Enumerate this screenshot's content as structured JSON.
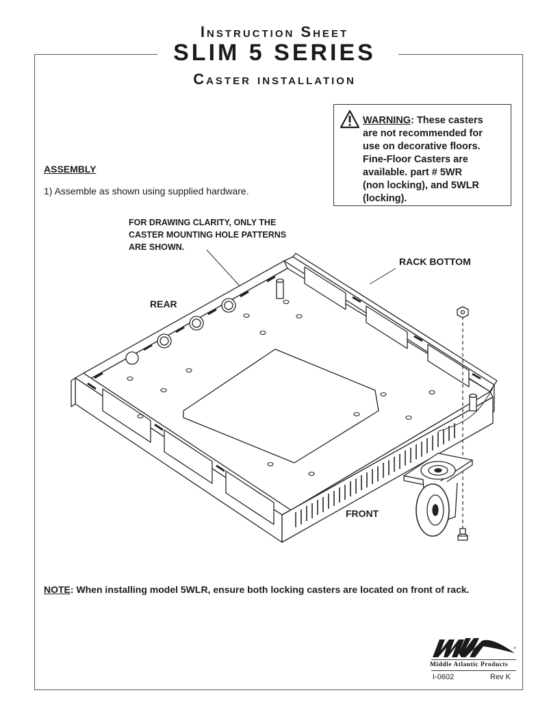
{
  "header": {
    "instruction_sheet": "Instruction Sheet",
    "series_title": "SLIM 5 SERIES",
    "subtitle": "Caster installation"
  },
  "warning": {
    "label": "WARNING",
    "text_lines": [
      ": These casters",
      "are not recommended for",
      "use on decorative floors.",
      "Fine-Floor Casters are",
      "available. part # 5WR",
      "(non locking), and 5WLR",
      "(locking)."
    ]
  },
  "assembly": {
    "heading": "ASSEMBLY",
    "step1": "1) Assemble as shown using supplied hardware."
  },
  "diagram": {
    "callout_lines": [
      "FOR DRAWING CLARITY, ONLY THE",
      "CASTER MOUNTING HOLE PATTERNS",
      "ARE SHOWN."
    ],
    "label_rear": "REAR",
    "label_rack_bottom": "RACK BOTTOM",
    "label_front": "FRONT"
  },
  "note": {
    "label": "NOTE",
    "text": ": When installing model 5WLR, ensure both locking casters are located on front of rack."
  },
  "footer": {
    "brand": "Middle Atlantic Products",
    "doc_number": "I-0602",
    "revision": "Rev K"
  }
}
